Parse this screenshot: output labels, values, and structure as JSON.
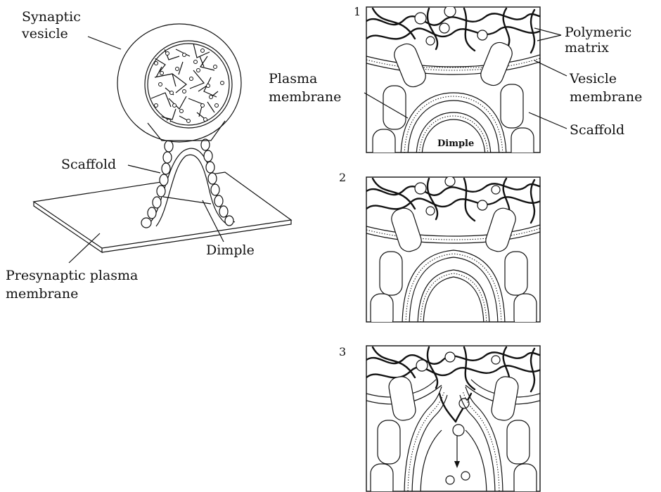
{
  "labels": {
    "synaptic_vesicle": [
      "Synaptic",
      "vesicle"
    ],
    "scaffold": "Scaffold",
    "dimple": "Dimple",
    "presynaptic": [
      "Presynaptic plasma",
      "membrane"
    ],
    "plasma_membrane": [
      "Plasma",
      "membrane"
    ],
    "polymeric_matrix": [
      "Polymeric",
      "matrix"
    ],
    "vesicle_membrane": [
      "Vesicle",
      "membrane"
    ],
    "scaffold_right": "Scaffold",
    "dimple_inner": "Dimple"
  },
  "panels": [
    "1",
    "2",
    "3"
  ]
}
